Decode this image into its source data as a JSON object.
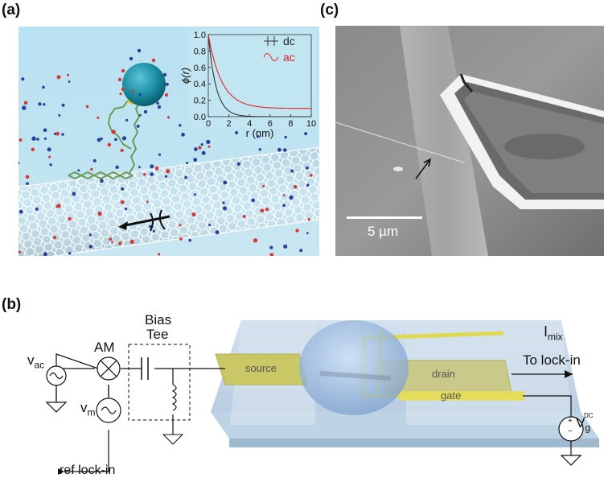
{
  "panel_a": {
    "label": "(a)",
    "inset": {
      "ylabel": "ϕ(r)",
      "xlabel": "r (nm)",
      "x_ticks": [
        "0",
        "2",
        "4",
        "6",
        "8",
        "10"
      ],
      "y_ticks": [
        "0.0",
        "0.2",
        "0.4",
        "0.6",
        "0.8",
        "1.0"
      ],
      "legend": [
        {
          "name": "dc",
          "color": "#333333"
        },
        {
          "name": "ac",
          "color": "#e0262a"
        }
      ]
    }
  },
  "panel_c": {
    "label": "(c)",
    "scale_bar": "5 µm"
  },
  "panel_b": {
    "label": "(b)",
    "bias_tee": [
      "Bias",
      "Tee"
    ],
    "am": "AM",
    "vac": {
      "base": "v",
      "sub": "ac"
    },
    "vm": {
      "base": "v",
      "sub": "m"
    },
    "ref": "ref lock-in",
    "source": "source",
    "drain": "drain",
    "gate": "gate",
    "imix": {
      "base": "I",
      "sub": "mix"
    },
    "to_lockin": "To lock-in",
    "vg": {
      "base": "V",
      "sub": "g",
      "sup": "DC"
    },
    "plus": "+",
    "minus": "−"
  }
}
